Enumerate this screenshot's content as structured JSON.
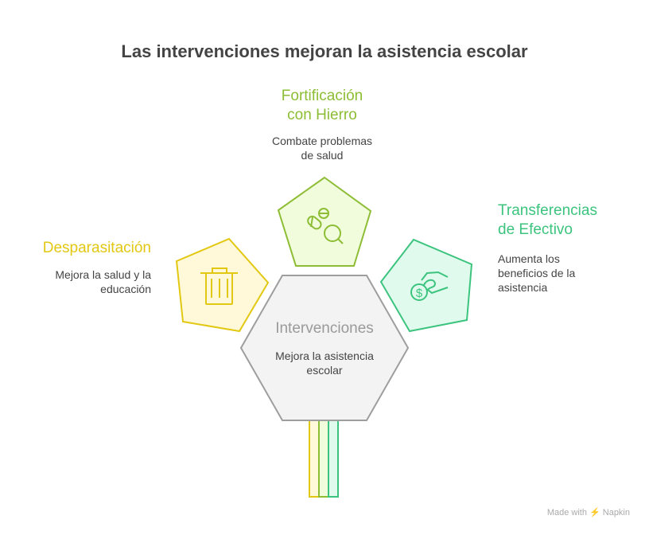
{
  "title": "Las intervenciones mejoran la asistencia escolar",
  "center": {
    "title": "Intervenciones",
    "desc": "Mejora la asistencia escolar"
  },
  "items": [
    {
      "title": "Desparasitación",
      "desc": "Mejora la salud y la educación",
      "icon": "trash-icon",
      "color": "#e2c812"
    },
    {
      "title_line1": "Fortificación",
      "title_line2": "con Hierro",
      "desc_line1": "Combate problemas",
      "desc_line2": "de salud",
      "icon": "pills-magnifier-icon",
      "color": "#8dbd34"
    },
    {
      "title_line1": "Transferencias",
      "title_line2": "de Efectivo",
      "desc_line1": "Aumenta los",
      "desc_line2": "beneficios de la",
      "desc_line3": "asistencia",
      "icon": "hand-money-icon",
      "color": "#3cc47e"
    }
  ],
  "footer": "Made with ⚡ Napkin"
}
